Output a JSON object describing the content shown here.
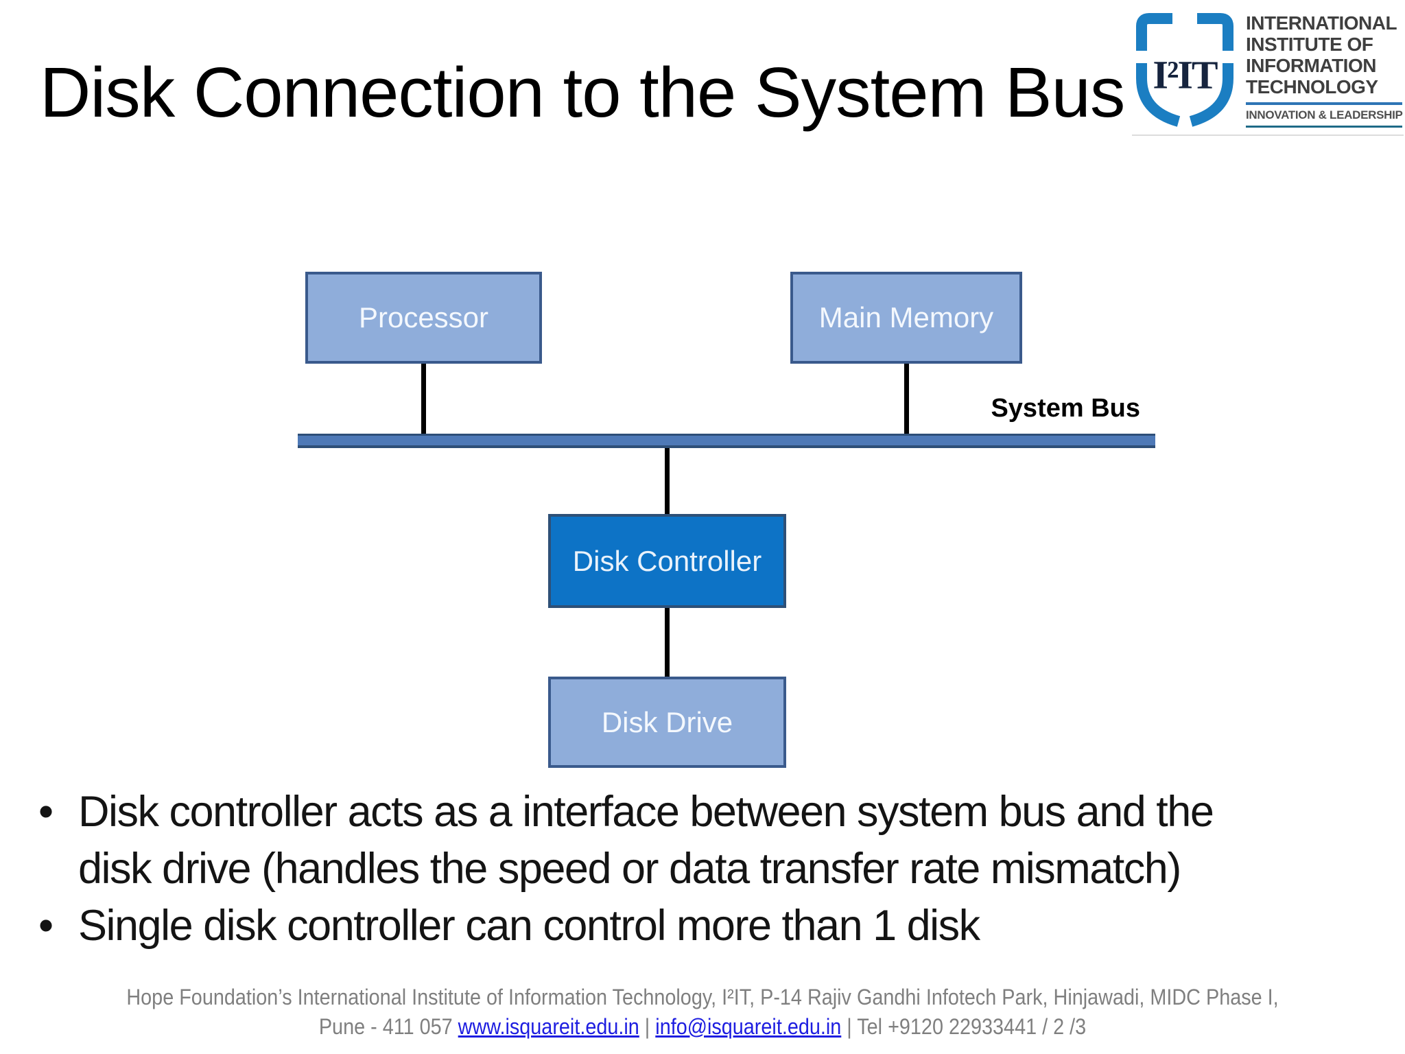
{
  "slide": {
    "title": "Disk Connection to the System Bus"
  },
  "logo": {
    "monogram": "I²IT",
    "org_lines": [
      "INTERNATIONAL",
      "INSTITUTE OF",
      "INFORMATION",
      "TECHNOLOGY"
    ],
    "tagline": "INNOVATION & LEADERSHIP",
    "shield_color": "#1b7ec2",
    "rule_blue_color": "#2e75b5",
    "rule_teal_color": "#1e6a87"
  },
  "diagram": {
    "bus_label": "System Bus",
    "nodes": [
      {
        "id": "processor",
        "label": "Processor",
        "style": "light"
      },
      {
        "id": "main-memory",
        "label": "Main Memory",
        "style": "light"
      },
      {
        "id": "disk-controller",
        "label": "Disk Controller",
        "style": "dark"
      },
      {
        "id": "disk-drive",
        "label": "Disk Drive",
        "style": "light"
      }
    ],
    "colors": {
      "node_light_fill": "#8fadda",
      "node_light_border": "#3a5a8c",
      "node_dark_fill": "#0d73c6",
      "node_dark_border": "#2e5077",
      "bus_fill": "#4e79b7",
      "bus_border": "#2e4f78",
      "connector": "#000000"
    }
  },
  "bullets": [
    {
      "text": "Disk controller acts as a interface between system bus and the disk drive (handles the speed or data transfer rate mismatch)"
    },
    {
      "text": "Single disk controller can control more than 1 disk"
    }
  ],
  "footer": {
    "line1": "Hope Foundation’s International Institute of Information Technology, I²IT, P-14 Rajiv Gandhi Infotech Park, Hinjawadi,  MIDC Phase I,",
    "line2_prefix": "Pune - 411 057  ",
    "website": "www.isquareit.edu.in",
    "separator": " | ",
    "email": "info@isquareit.edu.in",
    "line2_suffix": "  | Tel +9120 22933441 / 2 /3"
  }
}
